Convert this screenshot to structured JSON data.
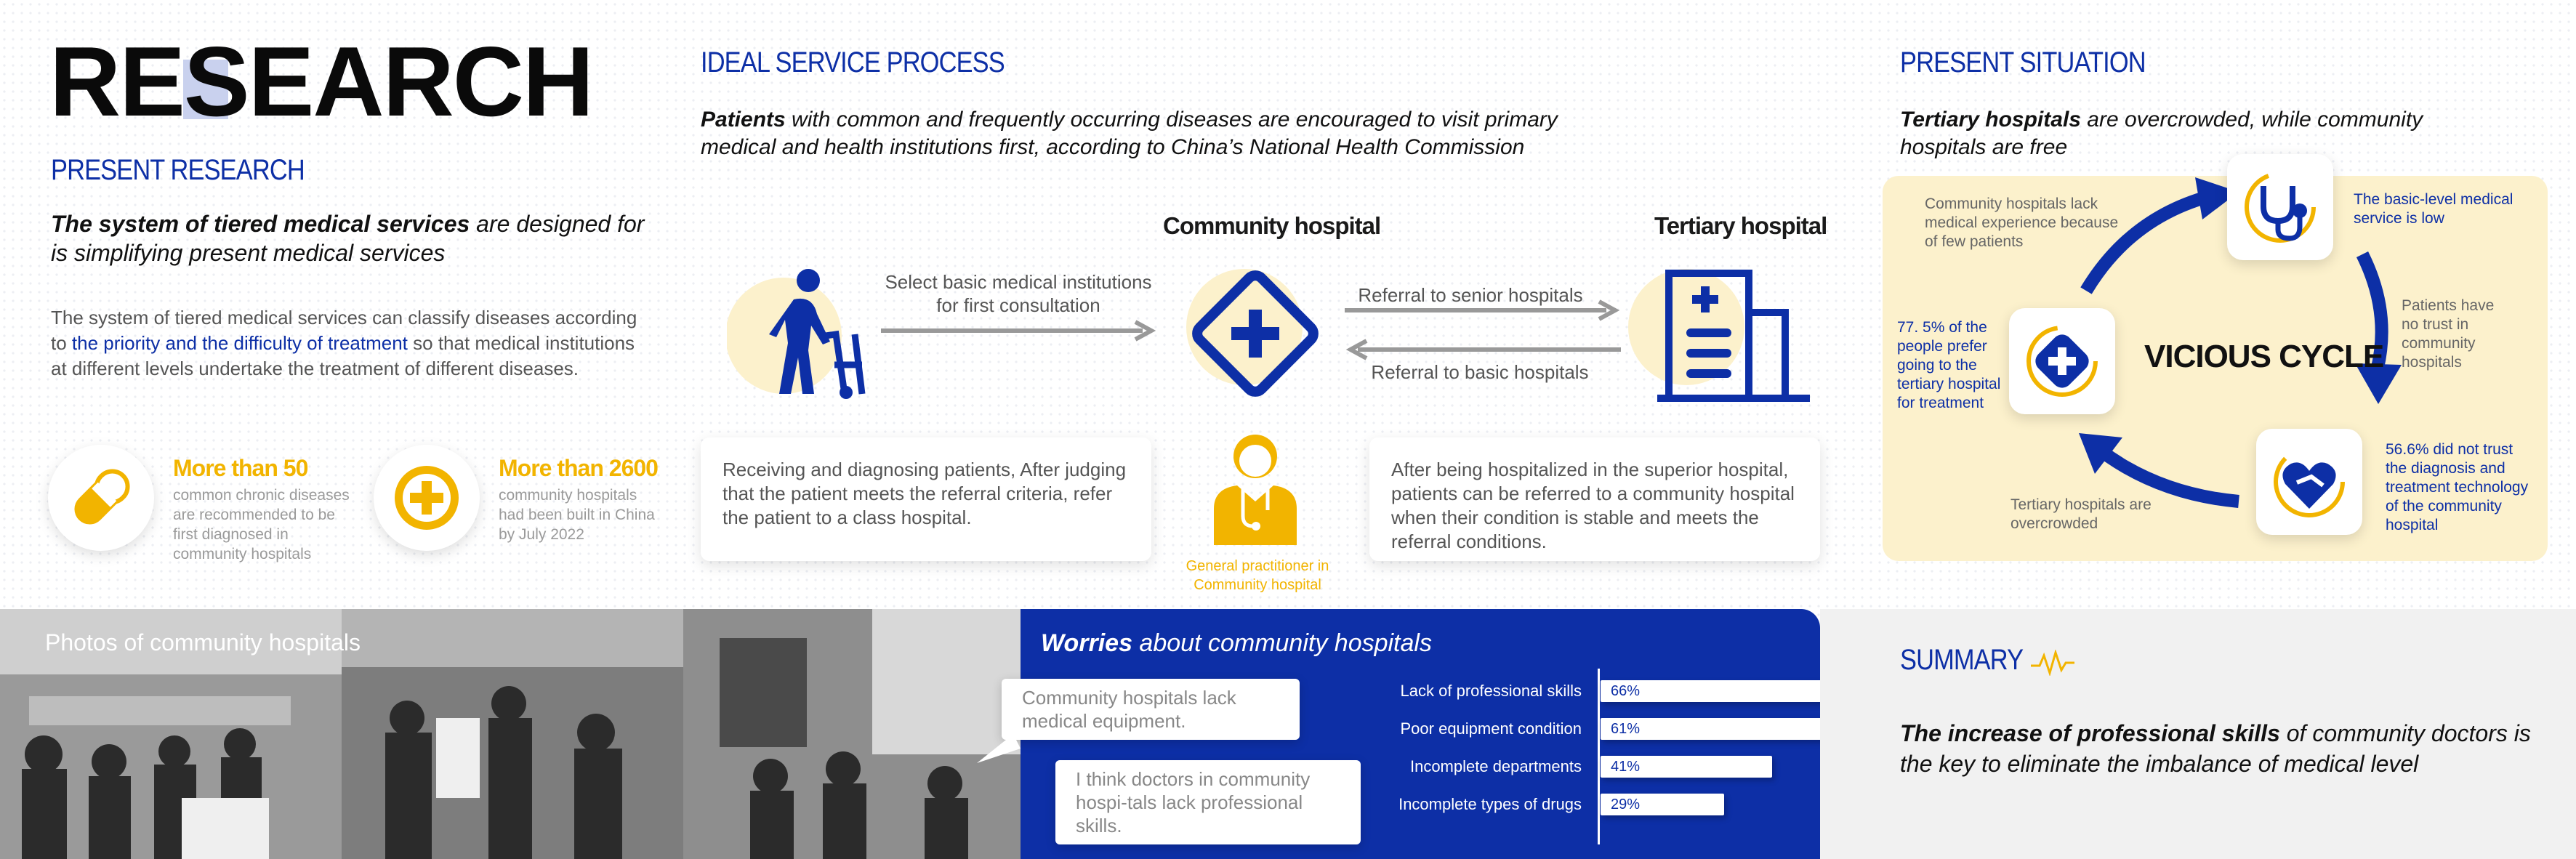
{
  "research": {
    "brand": "RESEARCH",
    "section_title": "PRESENT RESEARCH",
    "lead_bold": "The system of tiered medical services",
    "lead_rest": " are designed for is simplifying present medical services",
    "body_start": "The system of tiered medical services can classify diseases according to ",
    "body_highlight": "the priority and the difficulty of treatment",
    "body_end": " so that medical institutions at different levels undertake the treatment of different diseases.",
    "stats": [
      {
        "icon": "pill-icon",
        "head": "More than 50",
        "sub": "common chronic diseases are recommended to be first diagnosed in community hospitals"
      },
      {
        "icon": "medical-cross-icon",
        "head": "More than 2600",
        "sub": "community hospitals had been built in China by July 2022"
      }
    ]
  },
  "process": {
    "section_title": "IDEAL SERVICE PROCESS",
    "lead_bold": "Patients",
    "lead_rest": " with common and frequently occurring diseases are encouraged to visit primary medical and health institutions first, according to China’s National Health Commission",
    "community_title": "Community hospital",
    "tertiary_title": "Tertiary hospital",
    "flow_select": "Select basic medical institutions for first consultation",
    "flow_senior": "Referral to senior hospitals",
    "flow_basic": "Referral to basic hospitals",
    "card_left": "Receiving and diagnosing patients, After judging that the patient meets the referral criteria, refer the patient to a class hospital.",
    "card_right": "After being hospitalized in the superior hospital, patients can be referred to a community hospital when their condition is stable and meets the referral conditions.",
    "gp_label": "General practitioner in Community hospital",
    "colors": {
      "accent_blue": "#0d2fa6",
      "accent_yellow": "#f2b400",
      "soft_yellow": "#fcf1cc"
    }
  },
  "situation": {
    "section_title": "PRESENT SITUATION",
    "lead_bold": "Tertiary hospitals",
    "lead_rest": " are overcrowded, while community hospitals are free",
    "cycle_title": "VICIOUS CYCLE",
    "note_lack": "Community hospitals lack medical experience because of few patients",
    "note_low": "The basic-level medical service is low",
    "note_trust": "Patients have no trust in community hospitals",
    "note_566": "56.6% did not trust the diagnosis and treatment technology of the community hospital",
    "note_crowded": "Tertiary hospitals are overcrowded",
    "note_775": "77. 5% of the people prefer going to the tertiary hospital for treatment"
  },
  "photos": {
    "label": "Photos of community hospitals"
  },
  "worries": {
    "title_bold": "Worries",
    "title_rest": " about community hospitals",
    "bubble1": "Community hospitals lack medical equipment.",
    "bubble2": "I think doctors in community hospi-tals lack professional skills.",
    "bars": [
      {
        "label": "Lack of professional skills",
        "value": 66,
        "text": "66%"
      },
      {
        "label": "Poor equipment condition",
        "value": 61,
        "text": "61%"
      },
      {
        "label": "Incomplete departments",
        "value": 41,
        "text": "41%"
      },
      {
        "label": "Incomplete types of drugs",
        "value": 29,
        "text": "29%"
      }
    ]
  },
  "summary": {
    "title": "SUMMARY",
    "lead_bold": "The increase of professional skills",
    "lead_rest": " of community doctors is the key to eliminate the imbalance of medical level"
  }
}
